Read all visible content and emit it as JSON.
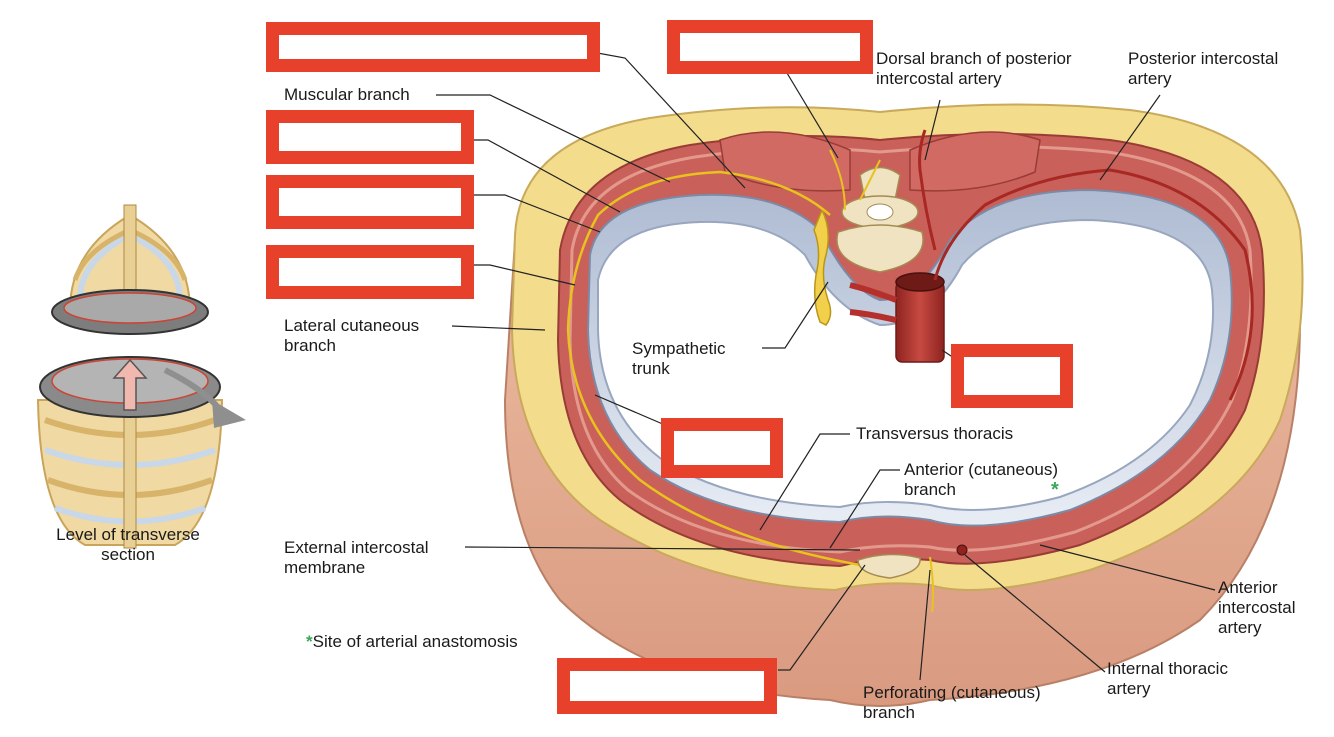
{
  "labels": {
    "level_section": "Level of transverse\nsection",
    "muscular_branch": "Muscular branch",
    "lateral_cutaneous": "Lateral cutaneous\nbranch",
    "sympathetic_trunk": "Sympathetic\ntrunk",
    "dorsal_branch": "Dorsal branch of posterior\nintercostal artery",
    "posterior_intercostal": "Posterior intercostal\nartery",
    "transversus_thoracis": "Transversus thoracis",
    "anterior_cutaneous": "Anterior (cutaneous)\nbranch",
    "external_membrane": "External intercostal\nmembrane",
    "anastomosis_star": "*",
    "anastomosis_text": "Site of arterial anastomosis",
    "anterior_intercostal": "Anterior\nintercostal\nartery",
    "internal_thoracic": "Internal thoracic\nartery",
    "perforating": "Perforating (cutaneous)\nbranch",
    "star_marker": "*"
  },
  "colors": {
    "blank_border": "#e8412b",
    "fat": "#f3dc8c",
    "muscle": "#c9605a",
    "skin": "#e8b49a",
    "pleura": "#c9d3e3",
    "nerve": "#e8c21e",
    "artery": "#b5302c",
    "bone": "#efe3c1",
    "star": "#3aa65a"
  }
}
